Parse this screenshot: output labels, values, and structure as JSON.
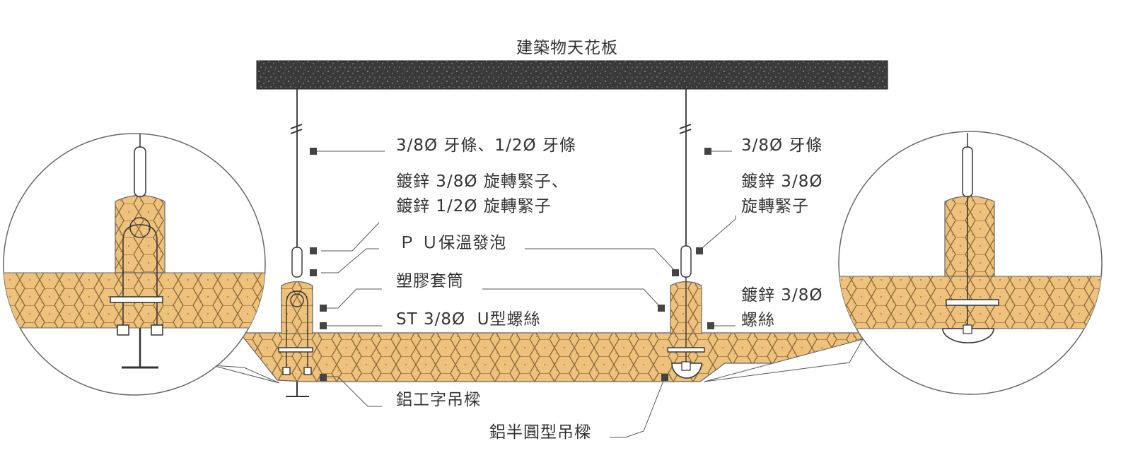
{
  "title": "建築物天花板",
  "colors": {
    "foam": "#EEC17C",
    "foam_line": "#8A6A3A",
    "concrete": "#3A3A3A",
    "leader": "#555555",
    "marker": "#444444",
    "text": "#333333"
  },
  "labels": {
    "threaded_rod_left": "3/8Ø 牙條、1/2Ø 牙條",
    "threaded_rod_right": "3/8Ø 牙條",
    "turnbuckle_left_1": "鍍鋅 3/8Ø 旋轉緊子、",
    "turnbuckle_left_2": "鍍鋅 1/2Ø 旋轉緊子",
    "turnbuckle_right_1": "鍍鋅 3/8Ø",
    "turnbuckle_right_2": "旋轉緊子",
    "pu_foam": "Ｐ Ｕ保溫發泡",
    "plastic_sleeve": "塑膠套筒",
    "u_bolt": "ST 3/8Ø  U型螺絲",
    "screw_right_1": "鍍鋅 3/8Ø",
    "screw_right_2": "螺絲",
    "i_beam": "鋁工字吊樑",
    "half_round": "鋁半圓型吊樑"
  }
}
